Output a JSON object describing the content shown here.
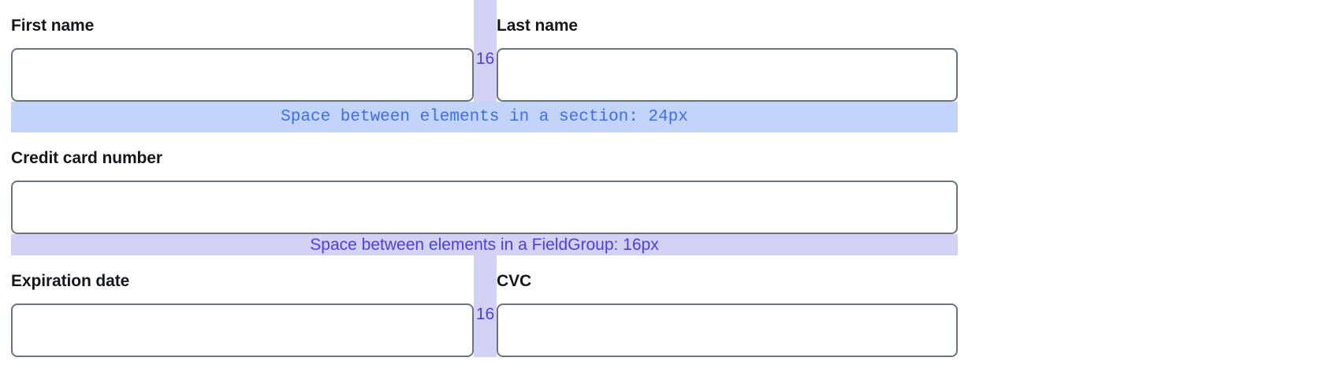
{
  "annotation_colors": {
    "section_banner_bg": "#c3d4fb",
    "section_banner_text": "#3b6ef0",
    "fieldgroup_banner_bg": "#d3d2f4",
    "fieldgroup_banner_text": "#4b3ef0",
    "gap_strip_bg": "#d3d2f4",
    "gap_label_text": "#4b3ef0",
    "input_border": "#6c7380",
    "label_text": "#15171a",
    "page_background": "#ffffff"
  },
  "form": {
    "rows": [
      {
        "id": "name-row",
        "left": {
          "label": "First name",
          "value": "",
          "placeholder": ""
        },
        "gap": {
          "label": "16"
        },
        "right": {
          "label": "Last name",
          "value": "",
          "placeholder": ""
        }
      },
      {
        "id": "card-row",
        "full": {
          "label": "Credit card number",
          "value": "",
          "placeholder": ""
        }
      },
      {
        "id": "expiry-row",
        "left": {
          "label": "Expiration date",
          "value": "",
          "placeholder": ""
        },
        "gap": {
          "label": "16"
        },
        "right": {
          "label": "CVC",
          "value": "",
          "placeholder": ""
        }
      }
    ]
  },
  "annotations": {
    "section_spacing": "Space between elements in a section: 24px",
    "fieldgroup_spacing": "Space between elements in a FieldGroup: 16px"
  }
}
